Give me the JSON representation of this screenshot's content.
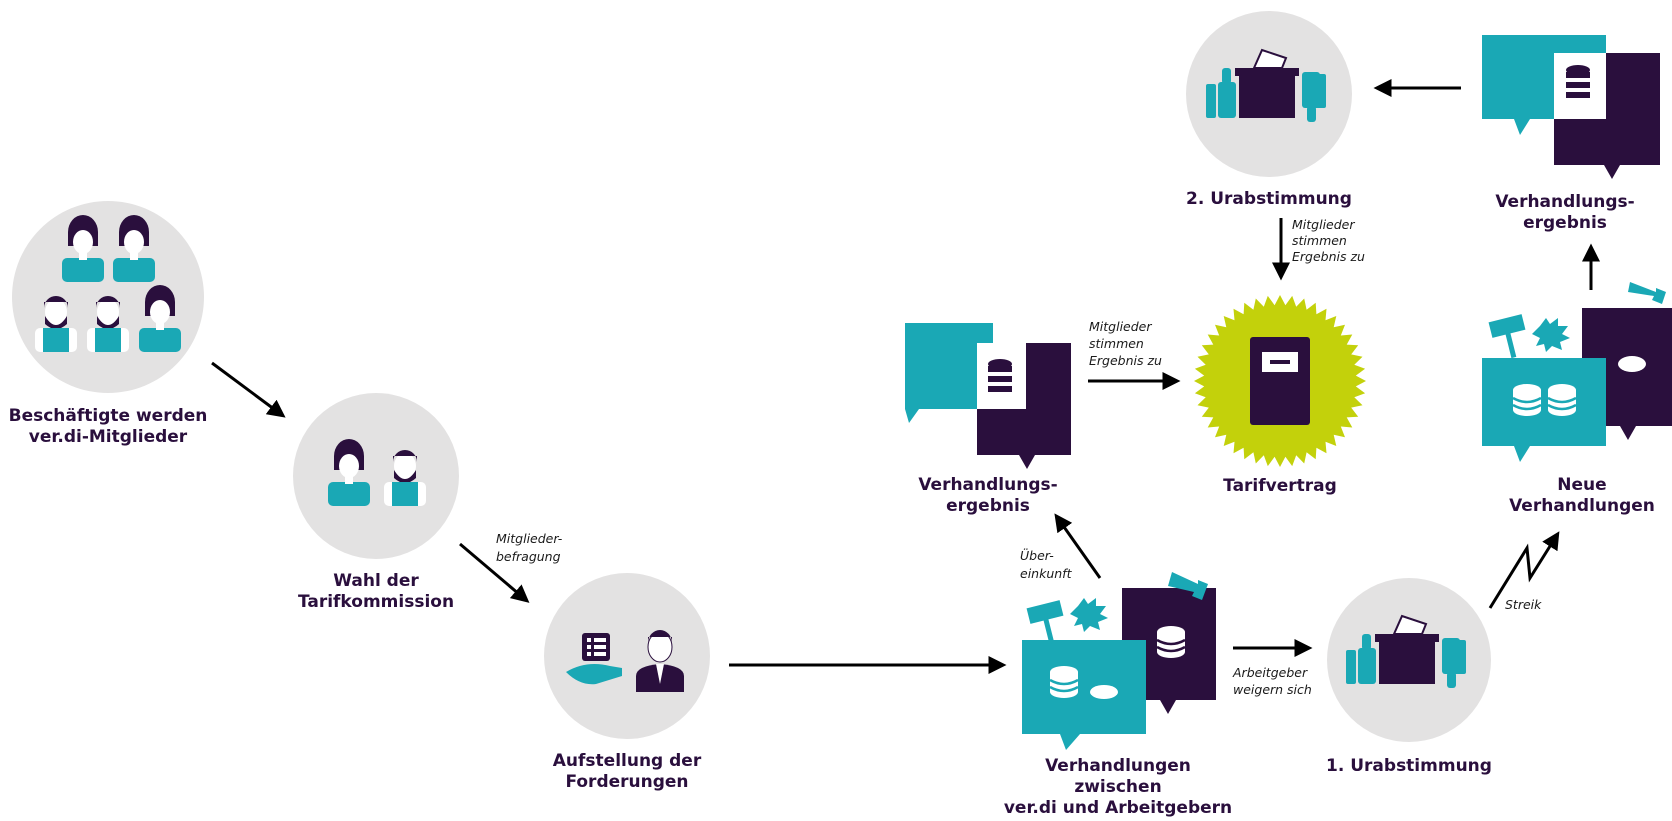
{
  "colors": {
    "teal": "#1aa8b5",
    "purple": "#2a0f3d",
    "circle": "#e3e2e2",
    "lime": "#c3d10b",
    "label": "#2a0f3d"
  },
  "nodes": {
    "members": {
      "line1": "Beschäftigte werden",
      "line2": "ver.di-Mitglieder",
      "icon": "people-group-icon"
    },
    "commission": {
      "line1": "Wahl der",
      "line2": "Tarifkommission",
      "icon": "two-people-icon"
    },
    "demands": {
      "line1": "Aufstellung der",
      "line2": "Forderungen",
      "icon": "presentation-person-icon"
    },
    "negotiations": {
      "line1": "Verhandlungen",
      "line2": "zwischen",
      "line3": "ver.di und Arbeitgebern",
      "icon": "chat-bubbles-money-icon"
    },
    "result_left": {
      "line1": "Verhandlungs-",
      "line2": "ergebnis",
      "icon": "chat-bubbles-coins-icon"
    },
    "tariff": {
      "line1": "Tarifvertrag",
      "icon": "contract-document-icon"
    },
    "vote1": {
      "line1": "1. Urabstimmung",
      "icon": "ballot-box-icon"
    },
    "new_negotiations": {
      "line1": "Neue",
      "line2": "Verhandlungen",
      "icon": "chat-bubbles-strike-icon"
    },
    "result_right": {
      "line1": "Verhandlungs-",
      "line2": "ergebnis",
      "icon": "chat-bubbles-coins-icon"
    },
    "vote2": {
      "line1": "2. Urabstimmung",
      "icon": "ballot-box-icon"
    }
  },
  "edges": {
    "survey": {
      "line1": "Mitglieder-",
      "line2": "befragung"
    },
    "agreement": {
      "line1": "Über-",
      "line2": "einkunft"
    },
    "members_agree_left": {
      "line1": "Mitglieder",
      "line2": "stimmen",
      "line3": "Ergebnis zu"
    },
    "employers_refuse": {
      "line1": "Arbeitgeber",
      "line2": "weigern sich"
    },
    "strike": {
      "line1": "Streik"
    },
    "members_agree_top": {
      "line1": "Mitglieder",
      "line2": "stimmen",
      "line3": "Ergebnis zu"
    }
  }
}
